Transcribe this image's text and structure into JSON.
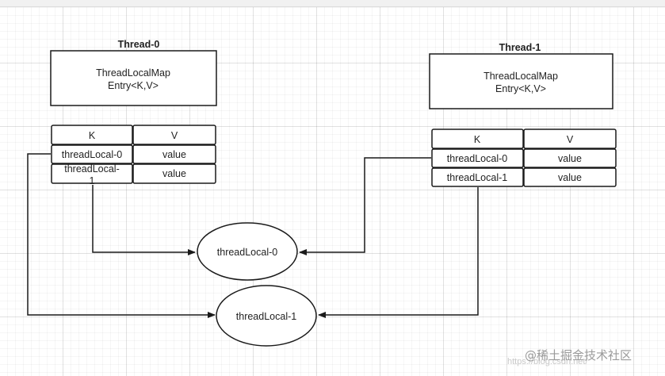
{
  "thread0": {
    "title": "Thread-0",
    "map_line1": "ThreadLocalMap",
    "map_line2": "Entry<K,V>",
    "col_k": "K",
    "col_v": "V",
    "rows": [
      {
        "key": "threadLocal-0",
        "value": "value"
      },
      {
        "key_part1": "threadLocal-",
        "key_part2": "1",
        "value": "value"
      }
    ]
  },
  "thread1": {
    "title": "Thread-1",
    "map_line1": "ThreadLocalMap",
    "map_line2": "Entry<K,V>",
    "col_k": "K",
    "col_v": "V",
    "rows": [
      {
        "key": "threadLocal-0",
        "value": "value"
      },
      {
        "key": "threadLocal-1",
        "value": "value"
      }
    ]
  },
  "nodes": {
    "tl0": "threadLocal-0",
    "tl1": "threadLocal-1"
  },
  "watermark": {
    "text": "@稀土掘金技术社区",
    "faint": "https://blog.csdn.net/"
  },
  "colors": {
    "stroke": "#1a1a1a",
    "grid": "#e6e6e6"
  }
}
